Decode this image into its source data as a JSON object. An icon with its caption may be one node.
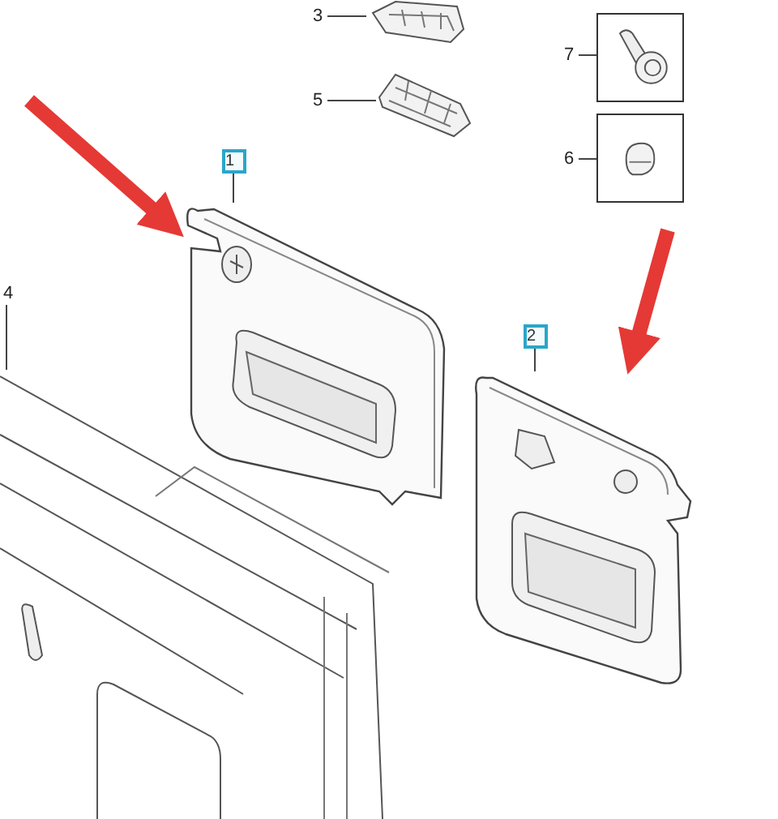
{
  "diagram": {
    "nodes": [
      {
        "text": [
          "3"
        ]
      },
      {
        "text": [],
        "shape": "picture"
      },
      {
        "text": [
          "5"
        ]
      },
      {
        "text": [],
        "shape": "picture"
      },
      {
        "text": [
          "7"
        ]
      },
      {
        "text": [],
        "shape": "box"
      },
      {
        "text": [
          "6"
        ]
      },
      {
        "text": [],
        "shape": "box"
      },
      {
        "text": [
          "1"
        ]
      },
      {
        "text": [],
        "shape": "picture"
      },
      {
        "text": [
          "4"
        ]
      },
      {
        "text": [],
        "shape": "picture"
      },
      {
        "text": [
          "2"
        ]
      },
      {
        "text": [],
        "shape": "picture"
      }
    ],
    "edges": [
      {
        "from": 0,
        "to": 1,
        "arrow": "none"
      },
      {
        "from": 2,
        "to": 3,
        "arrow": "none"
      },
      {
        "from": 4,
        "to": 5,
        "arrow": "none"
      },
      {
        "from": 6,
        "to": 7,
        "arrow": "none"
      },
      {
        "from": 8,
        "to": 9,
        "arrow": "none"
      },
      {
        "from": 10,
        "to": 11,
        "arrow": "none"
      },
      {
        "from": 12,
        "to": 13,
        "arrow": "none"
      },
      {
        "from": null,
        "to": 9,
        "arrow": "to",
        "style": "thick",
        "color": "#e53935"
      },
      {
        "from": null,
        "to": 13,
        "arrow": "to",
        "style": "thick",
        "color": "#e53935"
      }
    ]
  }
}
